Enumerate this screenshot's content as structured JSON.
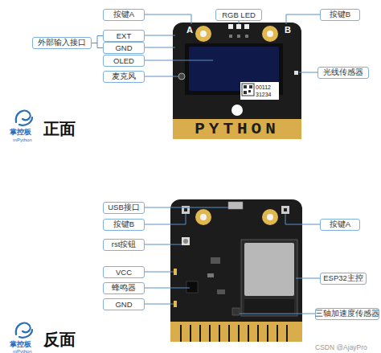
{
  "diagram": {
    "nodes": [
      {
        "text": [
          "按键A"
        ]
      },
      {
        "text": [
          "RGB LED"
        ]
      },
      {
        "text": [
          "按键B"
        ]
      },
      {
        "text": [
          "外部输入接口"
        ]
      },
      {
        "text": [
          "EXT"
        ]
      },
      {
        "text": [
          "GND"
        ]
      },
      {
        "text": [
          "OLED"
        ]
      },
      {
        "text": [
          "麦克风"
        ]
      },
      {
        "text": [
          "光线传感器"
        ]
      },
      {
        "text": [
          "USB接口"
        ]
      },
      {
        "text": [
          "按键B"
        ]
      },
      {
        "text": [
          "按键A"
        ]
      },
      {
        "text": [
          "rst按钮"
        ]
      },
      {
        "text": [
          "VCC"
        ]
      },
      {
        "text": [
          "ESP32主控"
        ]
      },
      {
        "text": [
          "蜂鸣器"
        ]
      },
      {
        "text": [
          "GND"
        ]
      },
      {
        "text": [
          "三轴加速度传感器"
        ]
      }
    ],
    "edges": [
      {
        "from": 3,
        "to": 4,
        "arrow": "none"
      },
      {
        "from": 3,
        "to": 5,
        "arrow": "none"
      }
    ],
    "labels": [
      "A",
      "B",
      "00112",
      "31234",
      "PYTHON",
      "掌控板",
      "mPython",
      "正面",
      "掌控板",
      "mPython",
      "反面",
      "CSDN @AjayPro"
    ]
  }
}
